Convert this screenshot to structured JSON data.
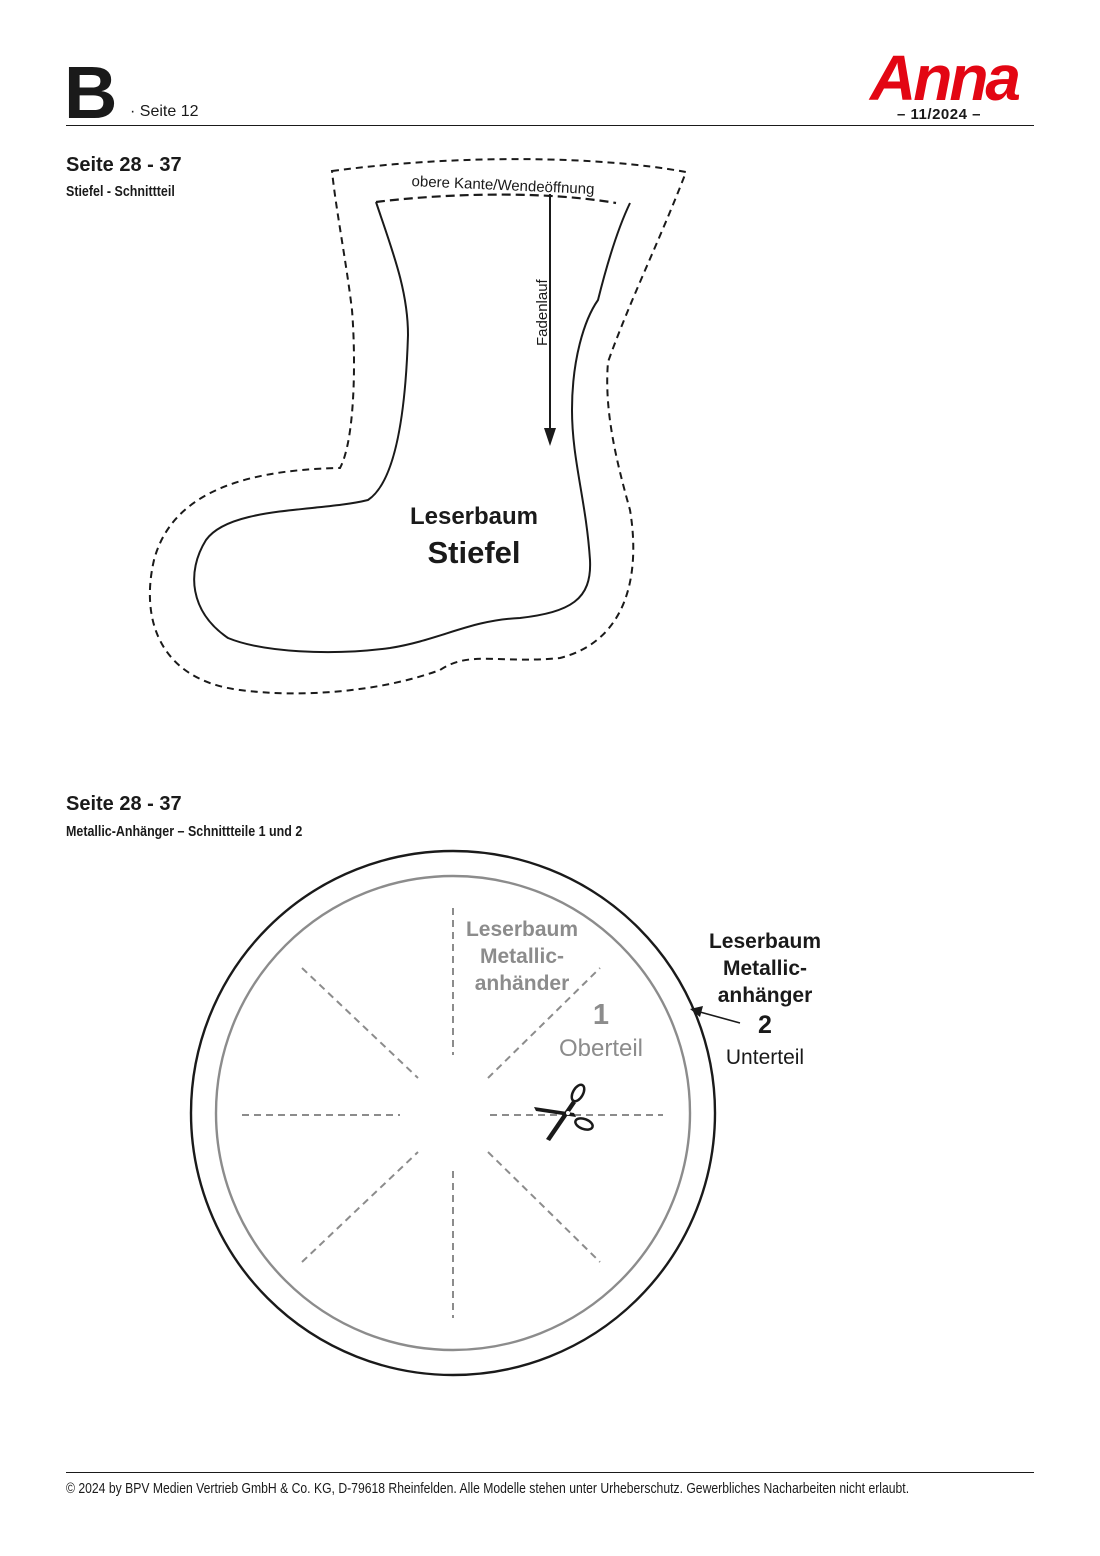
{
  "header": {
    "section_letter": "B",
    "page_label": "· Seite 12",
    "logo_text": "Anna",
    "issue": "– 11/2024 –"
  },
  "section1": {
    "pages": "Seite 28 - 37",
    "subtitle": "Stiefel - Schnittteil",
    "pattern": {
      "top_edge_label": "obere Kante/Wendeöffnung",
      "grain_label": "Fadenlauf",
      "name_line1": "Leserbaum",
      "name_line2": "Stiefel"
    }
  },
  "section2": {
    "pages": "Seite 28 - 37",
    "subtitle": "Metallic-Anhänger – Schnittteile 1 und 2",
    "inner": {
      "line1": "Leserbaum",
      "line2": "Metallic-",
      "line3": "anhänder",
      "number": "1",
      "part": "Oberteil"
    },
    "outer": {
      "line1": "Leserbaum",
      "line2": "Metallic-",
      "line3": "anhänger",
      "number": "2",
      "part": "Unterteil"
    },
    "icon": "scissors-icon"
  },
  "footer": {
    "text": "© 2024 by BPV Medien Vertrieb GmbH & Co. KG, D-79618 Rheinfelden. Alle Modelle stehen unter Urheberschutz. Gewerbliches Nacharbeiten nicht erlaubt."
  },
  "colors": {
    "brand_red": "#e30613",
    "ink": "#1a1a1a",
    "inner_gray": "#8c8c8c"
  }
}
